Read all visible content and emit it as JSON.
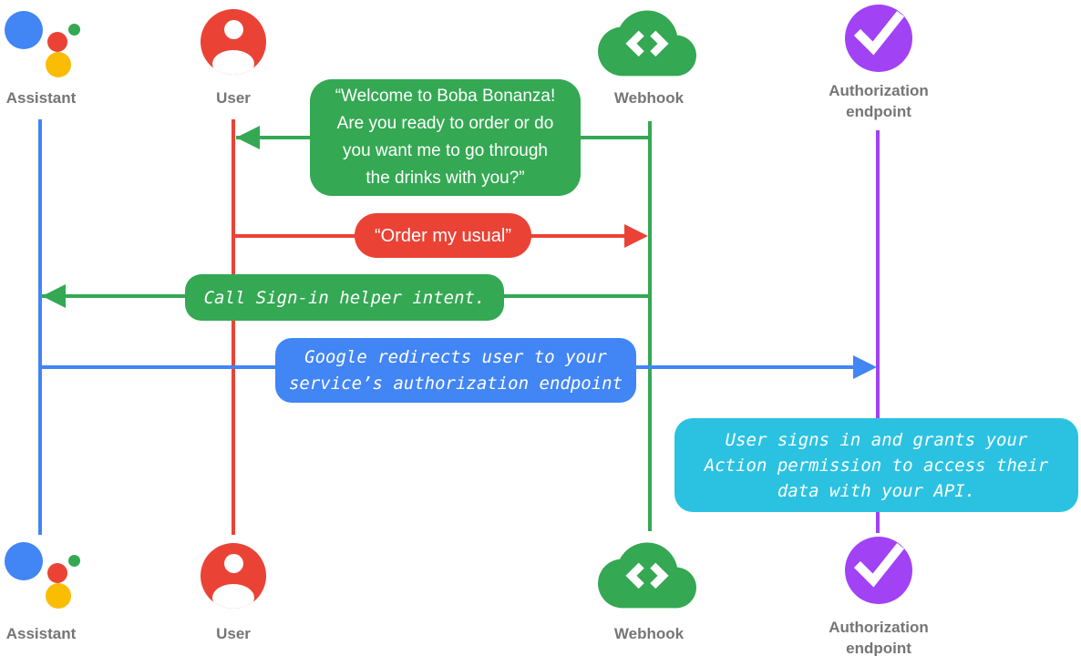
{
  "page": {
    "background": "#FFFFFF"
  },
  "palette": {
    "blue": "#4285F4",
    "red": "#EA4335",
    "green": "#34A853",
    "yellow": "#FBBC04",
    "purple": "#A142F4",
    "cyan": "#2BC2E2",
    "label_gray": "#757575",
    "bubble_text": "#FFFFFF"
  },
  "actors": {
    "assistant": {
      "label": "Assistant",
      "icon": "google-assistant-logo",
      "lifeline_color": "#4285F4"
    },
    "user": {
      "label": "User",
      "icon": "user-avatar-icon",
      "lifeline_color": "#EA4335"
    },
    "webhook": {
      "label": "Webhook",
      "icon": "cloud-code-icon",
      "lifeline_color": "#34A853"
    },
    "auth": {
      "label": "Authorization\nendpoint",
      "icon": "check-circle-icon",
      "lifeline_color": "#A142F4"
    }
  },
  "messages": {
    "welcome": {
      "from": "webhook",
      "to": "user",
      "color": "#34A853",
      "text": "“Welcome to Boba Bonanza!\nAre you ready to order or do\nyou want me to go through\nthe drinks with you?”"
    },
    "order": {
      "from": "user",
      "to": "webhook",
      "color": "#EA4335",
      "text": "“Order my usual”"
    },
    "signin": {
      "from": "webhook",
      "to": "assistant",
      "color": "#34A853",
      "text": "Call Sign-in helper intent."
    },
    "redirect": {
      "from": "assistant",
      "to": "auth",
      "color": "#4285F4",
      "text": "Google redirects user to your\nservice’s authorization endpoint"
    },
    "note": {
      "anchor": "auth",
      "color": "#2BC2E2",
      "text": "User signs in and grants your\nAction permission to access their\ndata with your API."
    }
  }
}
